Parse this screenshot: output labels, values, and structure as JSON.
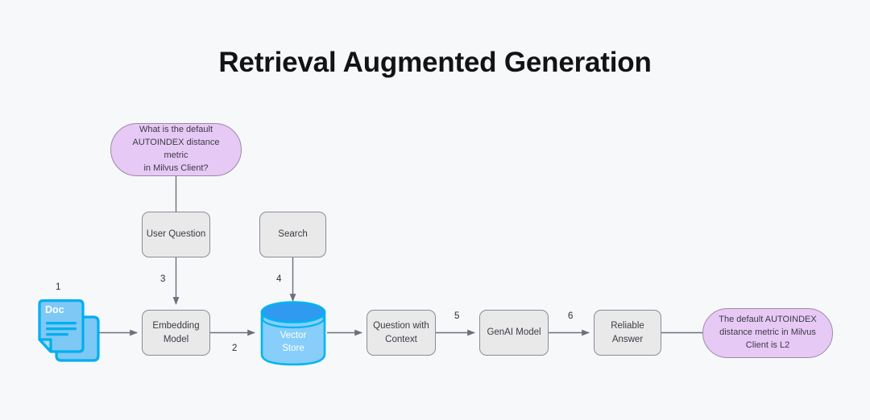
{
  "page": {
    "title": "Retrieval Augmented Generation",
    "background_color": "#f7f8fa"
  },
  "colors": {
    "box_fill": "#e9e9e9",
    "box_border": "#8b8b98",
    "bubble_fill": "#e7c9f5",
    "bubble_border": "#9a8ba5",
    "doc_fill": "#7ec8f5",
    "doc_accent": "#00aeef",
    "cylinder_body": "#87cefa",
    "cylinder_top": "#2f9af0",
    "cylinder_border": "#00b4f0",
    "arrow": "#6e6e7c",
    "text": "#3b3b46"
  },
  "diagram": {
    "type": "flowchart",
    "nodes": [
      {
        "id": "doc",
        "shape": "document-stack",
        "label": "Doc"
      },
      {
        "id": "question-bubble",
        "shape": "rounded-pill",
        "label": "What is the default AUTOINDEX distance metric in Milvus Client?"
      },
      {
        "id": "user-question",
        "shape": "rounded-rect",
        "label": "User Question"
      },
      {
        "id": "search",
        "shape": "rounded-rect",
        "label": "Search"
      },
      {
        "id": "embedding-model",
        "shape": "rounded-rect",
        "label": "Embedding Model"
      },
      {
        "id": "vector-store",
        "shape": "cylinder",
        "label": "Vector Store"
      },
      {
        "id": "question-context",
        "shape": "rounded-rect",
        "label": "Question with Context"
      },
      {
        "id": "genai-model",
        "shape": "rounded-rect",
        "label": "GenAI Model"
      },
      {
        "id": "reliable-answer",
        "shape": "rounded-rect",
        "label": "Reliable Answer"
      },
      {
        "id": "answer-bubble",
        "shape": "rounded-pill",
        "label": "The default AUTOINDEX distance metric in Milvus Client is L2"
      }
    ],
    "edges": [
      {
        "from": "doc",
        "to": "embedding-model",
        "step": "1"
      },
      {
        "from": "embedding-model",
        "to": "vector-store",
        "step": "2"
      },
      {
        "from": "user-question",
        "to": "embedding-model",
        "step": "3"
      },
      {
        "from": "search",
        "to": "vector-store",
        "step": "4"
      },
      {
        "from": "vector-store",
        "to": "question-context",
        "step": ""
      },
      {
        "from": "question-context",
        "to": "genai-model",
        "step": "5"
      },
      {
        "from": "genai-model",
        "to": "reliable-answer",
        "step": "6"
      },
      {
        "from": "reliable-answer",
        "to": "answer-bubble",
        "step": ""
      },
      {
        "from": "question-bubble",
        "to": "user-question",
        "step": ""
      }
    ],
    "step_labels": {
      "one": "1",
      "two": "2",
      "three": "3",
      "four": "4",
      "five": "5",
      "six": "6"
    }
  },
  "labels": {
    "doc": "Doc",
    "question_bubble_line1": "What is the default",
    "question_bubble_line2": "AUTOINDEX distance metric",
    "question_bubble_line3": "in Milvus Client?",
    "user_question": "User Question",
    "search": "Search",
    "embedding_model_line1": "Embedding",
    "embedding_model_line2": "Model",
    "vector_store_line1": "Vector",
    "vector_store_line2": "Store",
    "question_context_line1": "Question with",
    "question_context_line2": "Context",
    "genai_model": "GenAI Model",
    "reliable_answer_line1": "Reliable",
    "reliable_answer_line2": "Answer",
    "answer_bubble_line1": "The default AUTOINDEX",
    "answer_bubble_line2": "distance metric in Milvus",
    "answer_bubble_line3": "Client is L2"
  }
}
